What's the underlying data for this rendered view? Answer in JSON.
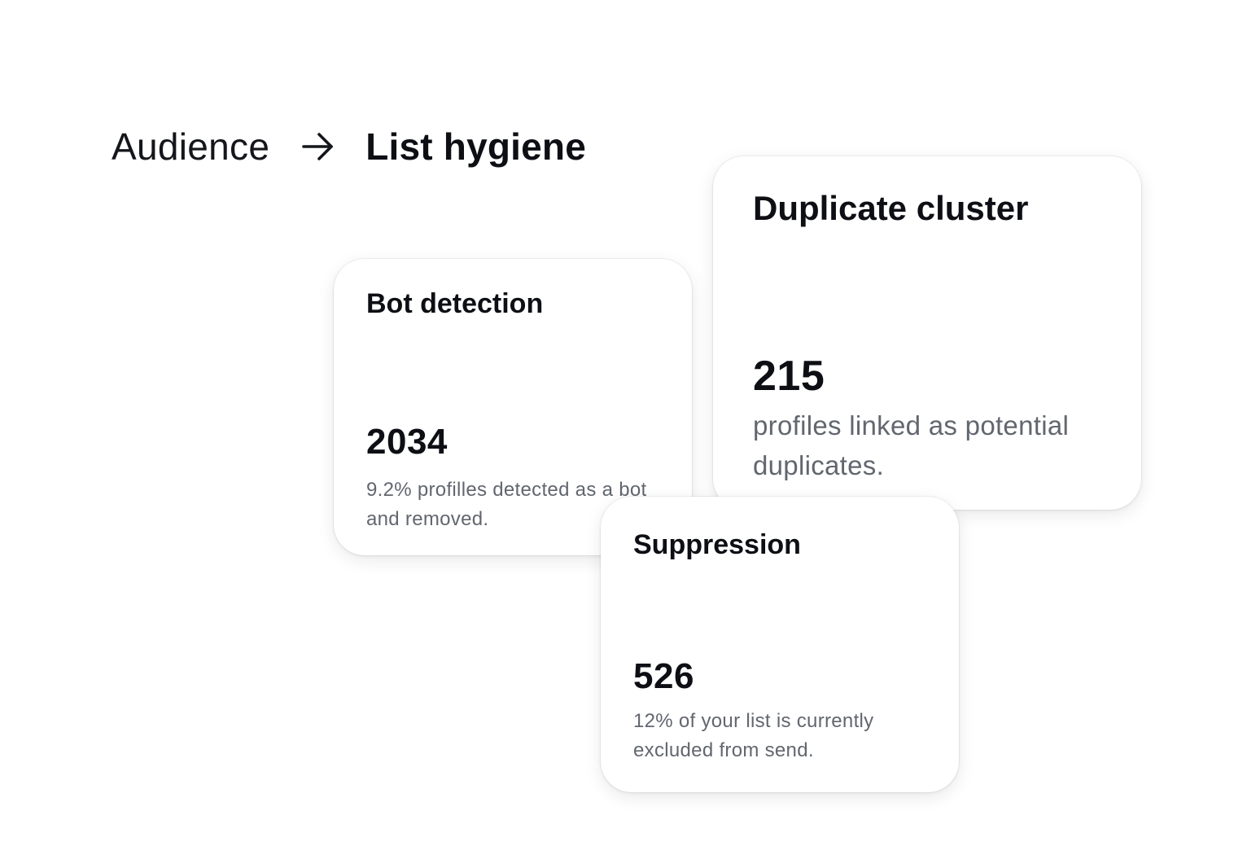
{
  "breadcrumb": {
    "parent": "Audience",
    "arrow_icon": "arrow-right-icon",
    "current": "List hygiene"
  },
  "cards": {
    "bot_detection": {
      "title": "Bot detection",
      "value": "2034",
      "description": "9.2% profilles detected as a bot and removed."
    },
    "duplicate_cluster": {
      "title": "Duplicate cluster",
      "value": "215",
      "description": "profiles linked as potential duplicates."
    },
    "suppression": {
      "title": "Suppression",
      "value": "526",
      "description": "12% of your list is currently excluded from send."
    }
  },
  "colors": {
    "text_primary": "#0d0f14",
    "text_secondary": "#62666e",
    "card_background": "#ffffff",
    "page_background": "#ffffff"
  }
}
